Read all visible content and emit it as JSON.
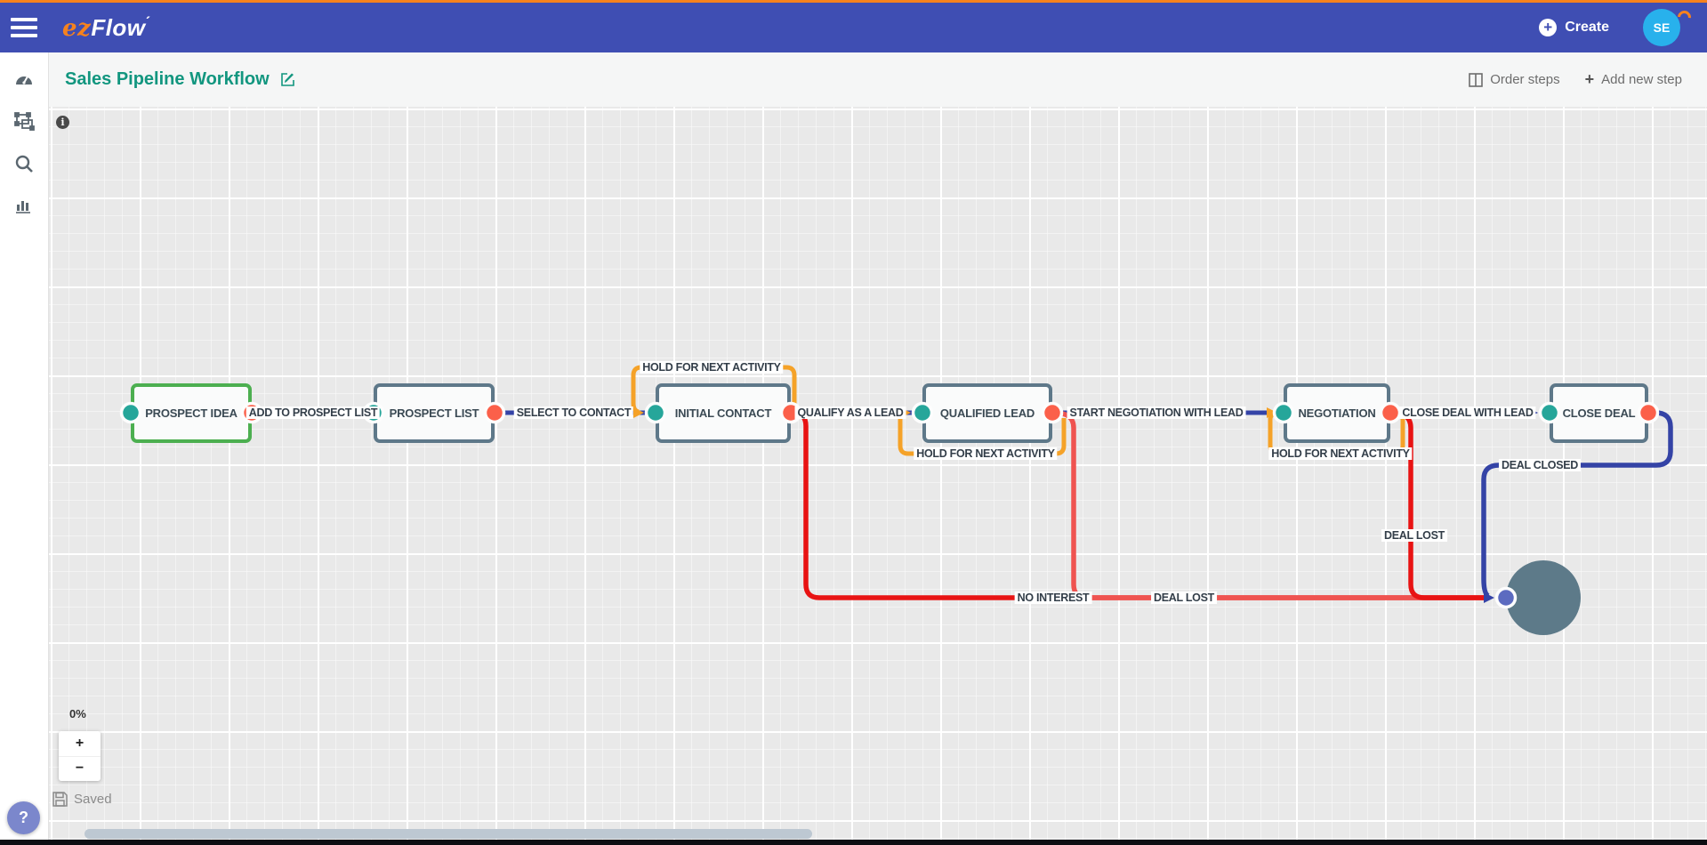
{
  "topbar": {
    "logo_ez": "ez",
    "logo_flow": "Flow",
    "create_label": "Create",
    "avatar_initials": "SE"
  },
  "sidebar": {
    "items": [
      {
        "icon": "dashboard-icon"
      },
      {
        "icon": "workflow-designer-icon"
      },
      {
        "icon": "search-icon"
      },
      {
        "icon": "reports-icon"
      }
    ]
  },
  "header": {
    "title": "Sales Pipeline Workflow",
    "order_steps_label": "Order steps",
    "add_new_step_label": "Add new step"
  },
  "workflow": {
    "steps": [
      {
        "label": "PROSPECT IDEA",
        "border_color": "#4caf50"
      },
      {
        "label": "PROSPECT LIST",
        "border_color": "#5e7889"
      },
      {
        "label": "INITIAL CONTACT",
        "border_color": "#5e7889"
      },
      {
        "label": "QUALIFIED LEAD",
        "border_color": "#5e7889"
      },
      {
        "label": "NEGOTIATION",
        "border_color": "#5e7889"
      },
      {
        "label": "CLOSE DEAL",
        "border_color": "#5e7889"
      },
      {
        "label": "",
        "type": "end-node",
        "fill_color": "#5d7a89"
      }
    ],
    "transitions": [
      {
        "label": "ADD TO PROSPECT LIST",
        "color": "#3443a6"
      },
      {
        "label": "SELECT TO CONTACT",
        "color": "#3443a6"
      },
      {
        "label": "HOLD FOR NEXT ACTIVITY",
        "color": "#f5a228"
      },
      {
        "label": "QUALIFY AS A LEAD",
        "color": "#3443a6"
      },
      {
        "label": "HOLD FOR NEXT ACTIVITY",
        "color": "#f5a228"
      },
      {
        "label": "START NEGOTIATION WITH LEAD",
        "color": "#3443a6"
      },
      {
        "label": "HOLD FOR NEXT ACTIVITY",
        "color": "#f5a228"
      },
      {
        "label": "CLOSE DEAL WITH LEAD",
        "color": "#3443a6"
      },
      {
        "label": "NO INTEREST",
        "color": "#e81313"
      },
      {
        "label": "DEAL LOST",
        "color": "#ef5350"
      },
      {
        "label": "DEAL LOST",
        "color": "#e81313"
      },
      {
        "label": "DEAL CLOSED",
        "color": "#3443a6"
      }
    ],
    "port_colors": {
      "input": "#26a69a",
      "output": "#fb604a",
      "end": "#5c6bc0"
    }
  },
  "canvas_controls": {
    "zoom_level": "0%",
    "zoom_in_label": "+",
    "zoom_out_label": "−",
    "saved_label": "Saved",
    "help_label": "?"
  }
}
